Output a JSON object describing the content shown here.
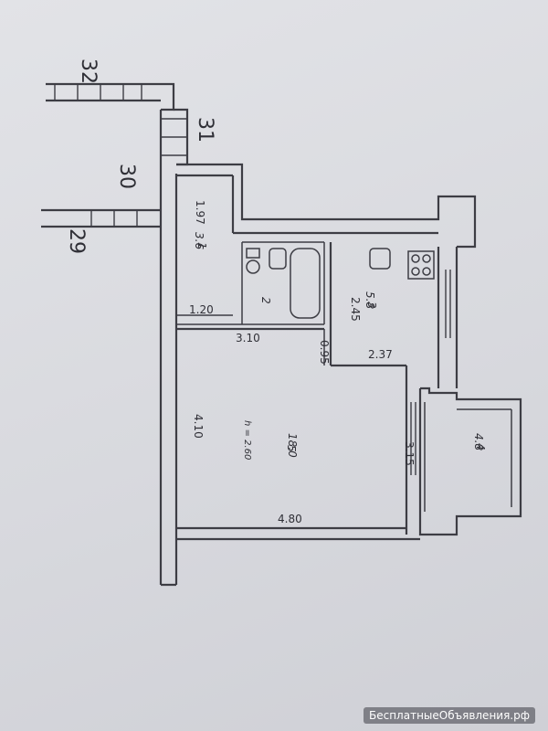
{
  "axes": [
    "32",
    "31",
    "30",
    "29"
  ],
  "dimensions": {
    "d197": "1.97",
    "d120": "1.20",
    "d310": "3.10",
    "d245": "2.45",
    "d095": "0.95",
    "d237": "2.37",
    "d410": "4.10",
    "d315": "3.15",
    "d480": "4.80"
  },
  "rooms": [
    {
      "num": "1",
      "area": "3.6"
    },
    {
      "num": "2",
      "area": ""
    },
    {
      "num": "3",
      "area": "5.8"
    },
    {
      "num": "4",
      "area": "4.8"
    },
    {
      "num": "5",
      "area": "18.0"
    }
  ],
  "ceiling_height": "h = 2.60",
  "watermark": "БесплатныеОбъявления.рф"
}
